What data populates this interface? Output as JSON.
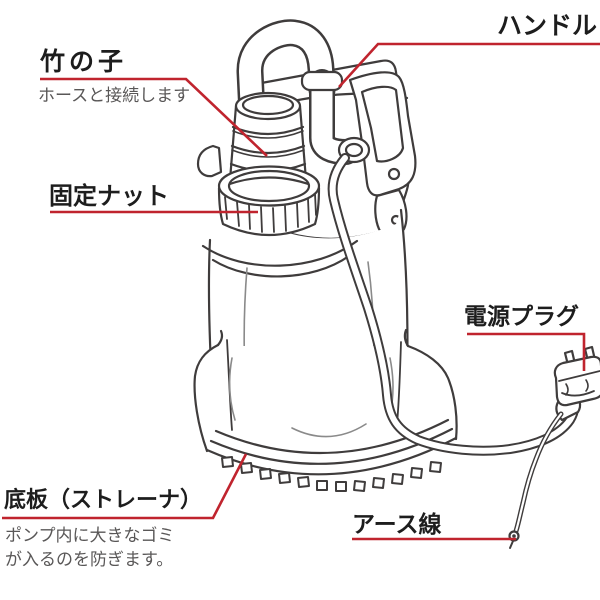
{
  "diagram_subject": "submersible-pump-parts-diagram",
  "colors": {
    "background": "#ffffff",
    "artwork_line": "#3f3c3c",
    "leader_line": "#c0242e",
    "label_text": "#1d1d1d",
    "subtitle_text": "#595757"
  },
  "labels": {
    "hose_fitting": {
      "title": "竹の子",
      "subtitle": "ホースと接続します"
    },
    "handle": {
      "title": "ハンドル"
    },
    "fixing_nut": {
      "title": "固定ナット"
    },
    "power_plug": {
      "title": "電源プラグ"
    },
    "bottom_plate": {
      "title": "底板（ストレーナ）",
      "subtitle_line1": "ポンプ内に大きなゴミ",
      "subtitle_line2": "が入るのを防ぎます。"
    },
    "earth_wire": {
      "title": "アース線"
    }
  }
}
